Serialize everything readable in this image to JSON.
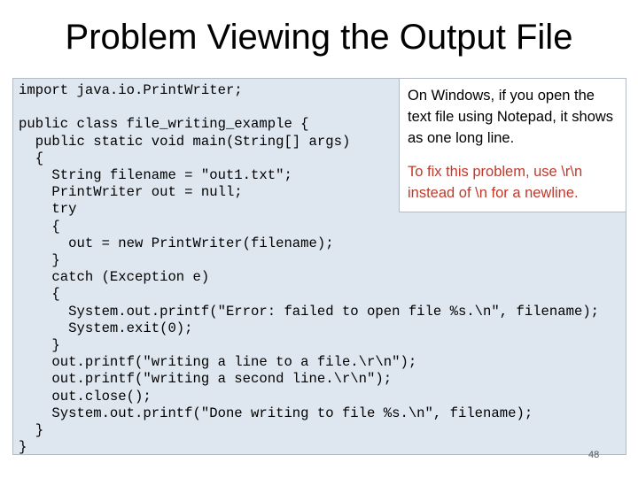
{
  "slide": {
    "title": "Problem Viewing the Output File",
    "code_lines": [
      "import java.io.PrintWriter;",
      "",
      "public class file_writing_example {",
      "  public static void main(String[] args)",
      "  {",
      "    String filename = \"out1.txt\";",
      "    PrintWriter out = null;",
      "    try",
      "    {",
      "      out = new PrintWriter(filename);",
      "    }",
      "    catch (Exception e)",
      "    {",
      "      System.out.printf(\"Error: failed to open file %s.\\n\", filename);",
      "      System.exit(0);",
      "    }",
      "    out.printf(\"writing a line to a file.\\r\\n\");",
      "    out.printf(\"writing a second line.\\r\\n\");",
      "    out.close();",
      "    System.out.printf(\"Done writing to file %s.\\n\", filename);",
      "  }",
      "}"
    ],
    "note_paragraph_1": "On Windows, if you open the text file using Notepad, it shows as one long line.",
    "note_paragraph_2": "To fix this problem, use \\r\\n instead of \\n for a newline.",
    "page_number": "48",
    "colors": {
      "code_background": "#dee6ef",
      "note_highlight": "#c0392b"
    }
  }
}
